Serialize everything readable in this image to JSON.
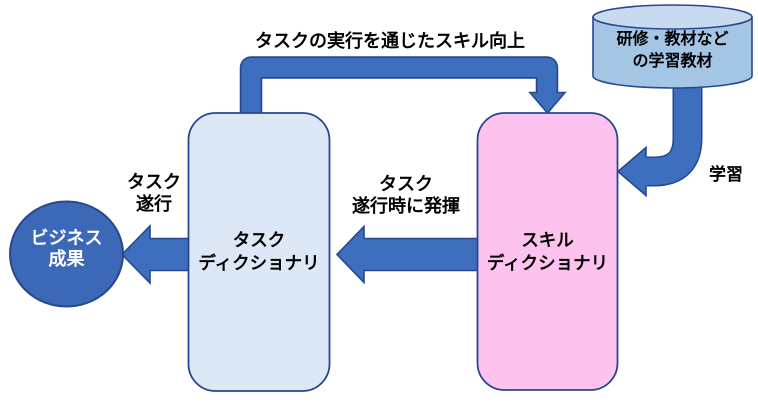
{
  "diagram": {
    "background": "#FFFFFF",
    "flow_labels": {
      "skill_improvement": "タスクの実行を通じたスキル向上",
      "learning": "学習",
      "task_execution": {
        "line1": "タスク",
        "line2": "遂行"
      },
      "skill_demonstration": {
        "line1": "タスク",
        "line2": "遂行時に発揮"
      }
    },
    "nodes": {
      "learning_materials": {
        "shape": "cylinder",
        "line1": "研修・教材など",
        "line2": "の学習教材"
      },
      "skill_dictionary": {
        "shape": "rounded-rect",
        "line1": "スキル",
        "line2": "ディクショナリ"
      },
      "task_dictionary": {
        "shape": "rounded-rect",
        "line1": "タスク",
        "line2": "ディクショナリ"
      },
      "business_outcome": {
        "shape": "circle",
        "line1": "ビジネス",
        "line2": "成果"
      }
    },
    "colors": {
      "arrow_fill": "#3E6FBF",
      "arrow_border": "#27478F",
      "node_border": "#27478F",
      "task_rect_fill": "#DCE8F5",
      "skill_rect_fill": "#FDC3EE",
      "cylinder_body_fill": "#A5C5E5",
      "cylinder_top_fill": "#C7DAF0",
      "circle_fill": "#3C68B8",
      "text_color": "#000000",
      "circle_text_color": "#FFFFFF"
    }
  }
}
